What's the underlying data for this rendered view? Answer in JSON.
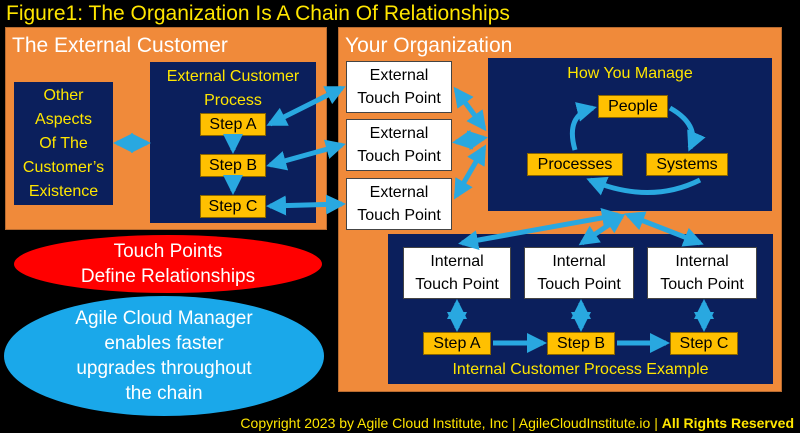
{
  "figure_title": "Figure1: The Organization Is A Chain Of Relationships",
  "external_customer": {
    "title": "The External Customer",
    "other_aspects": [
      "Other",
      "Aspects",
      "Of The",
      "Customer’s",
      "Existence"
    ],
    "process_title": [
      "External Customer",
      "Process"
    ],
    "steps": [
      "Step A",
      "Step B",
      "Step C"
    ]
  },
  "organization": {
    "title": "Your Organization",
    "external_touch_points": [
      [
        "External",
        "Touch Point"
      ],
      [
        "External",
        "Touch Point"
      ],
      [
        "External",
        "Touch Point"
      ]
    ],
    "how_you_manage": {
      "title": "How You Manage",
      "people": "People",
      "processes": "Processes",
      "systems": "Systems"
    },
    "internal_touch_points": [
      [
        "Internal",
        "Touch Point"
      ],
      [
        "Internal",
        "Touch Point"
      ],
      [
        "Internal",
        "Touch Point"
      ]
    ],
    "internal_steps": [
      "Step A",
      "Step B",
      "Step C"
    ],
    "internal_process_label": "Internal Customer Process Example"
  },
  "red_ellipse": [
    "Touch Points",
    "Define Relationships"
  ],
  "blue_ellipse": [
    "Agile Cloud Manager",
    "enables faster",
    "upgrades throughout",
    "the chain"
  ],
  "footer": {
    "text": "Copyright 2023 by Agile Cloud Institute, Inc | AgileCloudInstitute.io | ",
    "bold": "All Rights Reserved"
  },
  "colors": {
    "background": "#000000",
    "orange_panel": "#f08a3a",
    "navy": "#0b1f5c",
    "yellow_text": "#ffe600",
    "step_fill": "#ffc000",
    "arrow": "#29a8e0",
    "red_ellipse": "#ff0000",
    "blue_ellipse": "#1aa8ea"
  }
}
